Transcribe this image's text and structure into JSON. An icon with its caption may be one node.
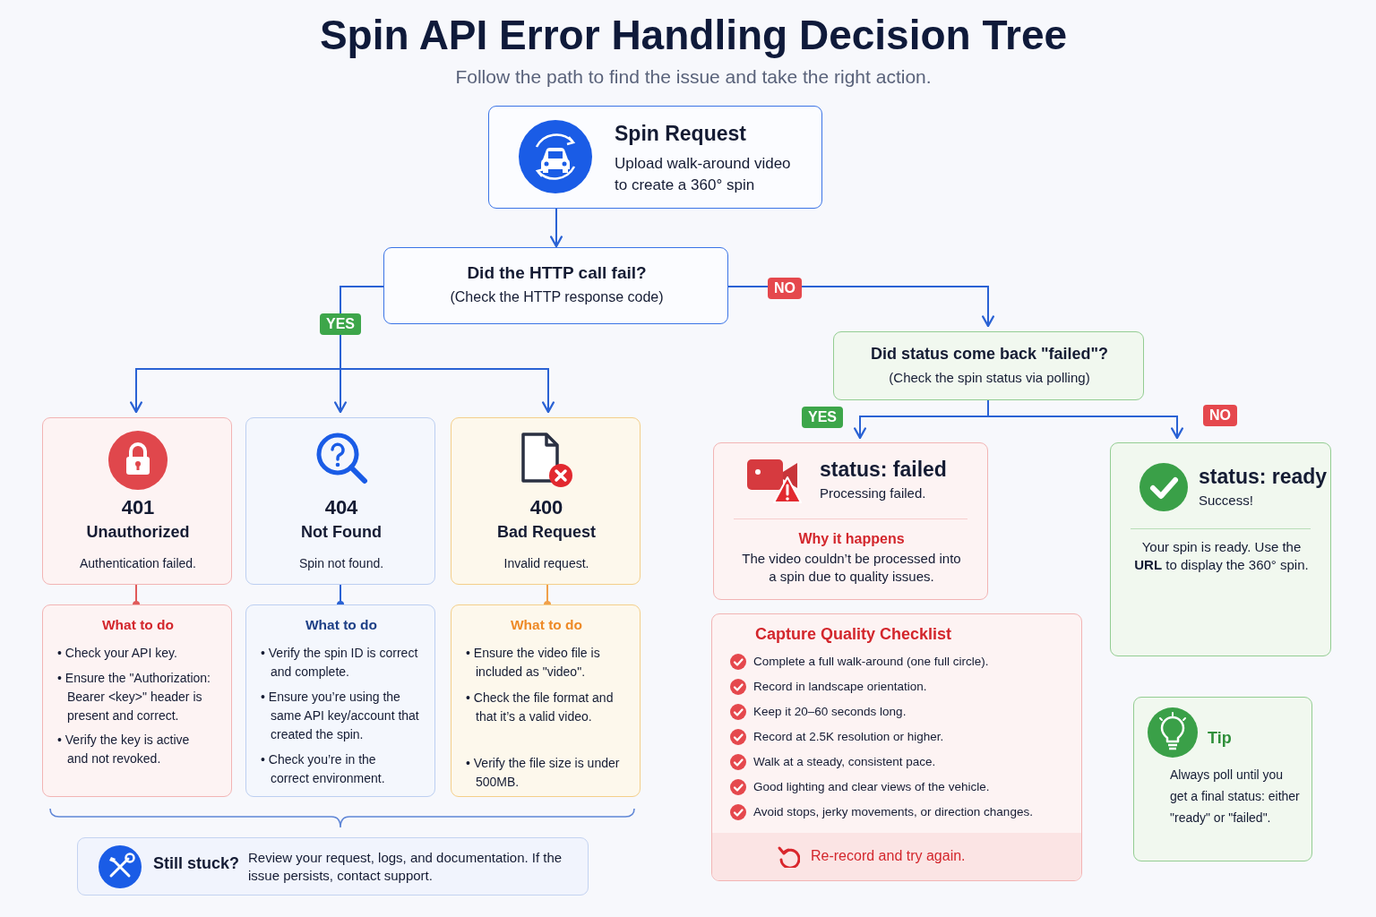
{
  "diagram": {
    "title": "Spin API Error Handling Decision Tree",
    "nodes": [
      {
        "text": [
          "Spin Request",
          "Upload walk-around video to create a 360° spin"
        ]
      },
      {
        "text": [
          "Did the HTTP call fail?",
          "(Check the HTTP response code)"
        ]
      },
      {
        "text": [
          "Did status come back \"failed\"?",
          "(Check the spin status via polling)"
        ]
      },
      {
        "text": [
          "401",
          "Unauthorized",
          "Authentication failed."
        ]
      },
      {
        "text": [
          "404",
          "Not Found",
          "Spin not found."
        ]
      },
      {
        "text": [
          "400",
          "Bad Request",
          "Invalid request."
        ]
      },
      {
        "text": [
          "What to do",
          "• Check your API key.",
          "• Ensure the \"Authorization: Bearer <key>\" header is present and correct.",
          "• Verify the key is active and not revoked."
        ]
      },
      {
        "text": [
          "What to do",
          "• Verify the spin ID is correct and complete.",
          "• Ensure you’re using the same API key/account that created the spin.",
          "• Check you’re in the correct environment."
        ]
      },
      {
        "text": [
          "What to do",
          "• Ensure the video file is included as \"video\".",
          "• Check the file format and that it’s a valid video.",
          "• Verify the file size is under 500MB."
        ]
      },
      {
        "text": [
          "status: failed",
          "Processing failed.",
          "Why it happens",
          "The video couldn’t be processed into a spin due to quality issues."
        ]
      },
      {
        "text": [
          "status: ready",
          "Success!",
          "Your spin is ready. Use the **URL** to display the 360° spin."
        ]
      },
      {
        "text": [
          "Capture Quality Checklist",
          "Complete a full walk-around (one full circle).",
          "Record in landscape orientation.",
          "Keep it 20–60 seconds long.",
          "Record at 2.5K resolution or higher.",
          "Walk at a steady, consistent pace.",
          "Good lighting and clear views of the vehicle.",
          "Avoid stops, jerky movements, or direction changes.",
          "Re-record and try again."
        ]
      },
      {
        "text": [
          "Tip",
          "Always poll until you get a final status: either \"ready\" or \"failed\"."
        ]
      },
      {
        "text": [
          "Still stuck?",
          "Review your request, logs, and documentation. If the issue persists, contact support."
        ]
      }
    ],
    "edges": [
      {
        "from": 0,
        "to": 1,
        "arrow": "to"
      },
      {
        "from": 1,
        "to": 3,
        "arrow": "to"
      },
      {
        "from": 1,
        "to": 4,
        "arrow": "to",
        "label": "YES"
      },
      {
        "from": 1,
        "to": 5,
        "arrow": "to"
      },
      {
        "from": 1,
        "to": 2,
        "arrow": "to",
        "label": "NO"
      },
      {
        "from": 2,
        "to": 9,
        "arrow": "to",
        "label": "YES"
      },
      {
        "from": 2,
        "to": 10,
        "arrow": "to",
        "label": "NO"
      },
      {
        "from": 3,
        "to": 6,
        "arrow": "other",
        "color": "#e05a5a"
      },
      {
        "from": 4,
        "to": 7,
        "arrow": "other"
      },
      {
        "from": 5,
        "to": 8,
        "arrow": "other",
        "color": "#f0a04a"
      }
    ],
    "labels": [
      "Follow the path to find the issue and take the right action."
    ]
  }
}
